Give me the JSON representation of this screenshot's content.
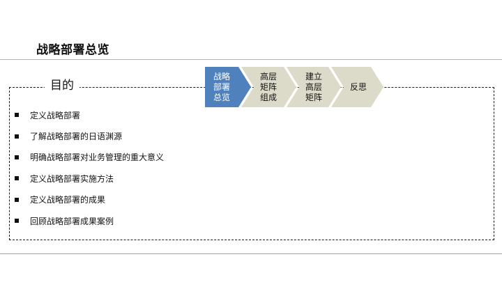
{
  "slide": {
    "title": "战略部署总览",
    "purpose_label": "目的",
    "items": [
      "定义战略部署",
      "了解战略部署的日语渊源",
      "明确战略部署对业务管理的重大意义",
      "定义战略部署实施方法",
      "定义战略部署的成果",
      "回顾战略部署成果案例"
    ]
  },
  "process": {
    "steps": [
      {
        "label": "战略\n部署\n总览",
        "active": true
      },
      {
        "label": "高层\n矩阵\n组成",
        "active": false
      },
      {
        "label": "建立\n高层\n矩阵",
        "active": false
      },
      {
        "label": "反思",
        "active": false
      }
    ],
    "colors": {
      "active_fill": "#4f81bd",
      "inactive_fill": "#dcdac8",
      "active_text": "#ffffff",
      "inactive_text": "#111111"
    }
  }
}
